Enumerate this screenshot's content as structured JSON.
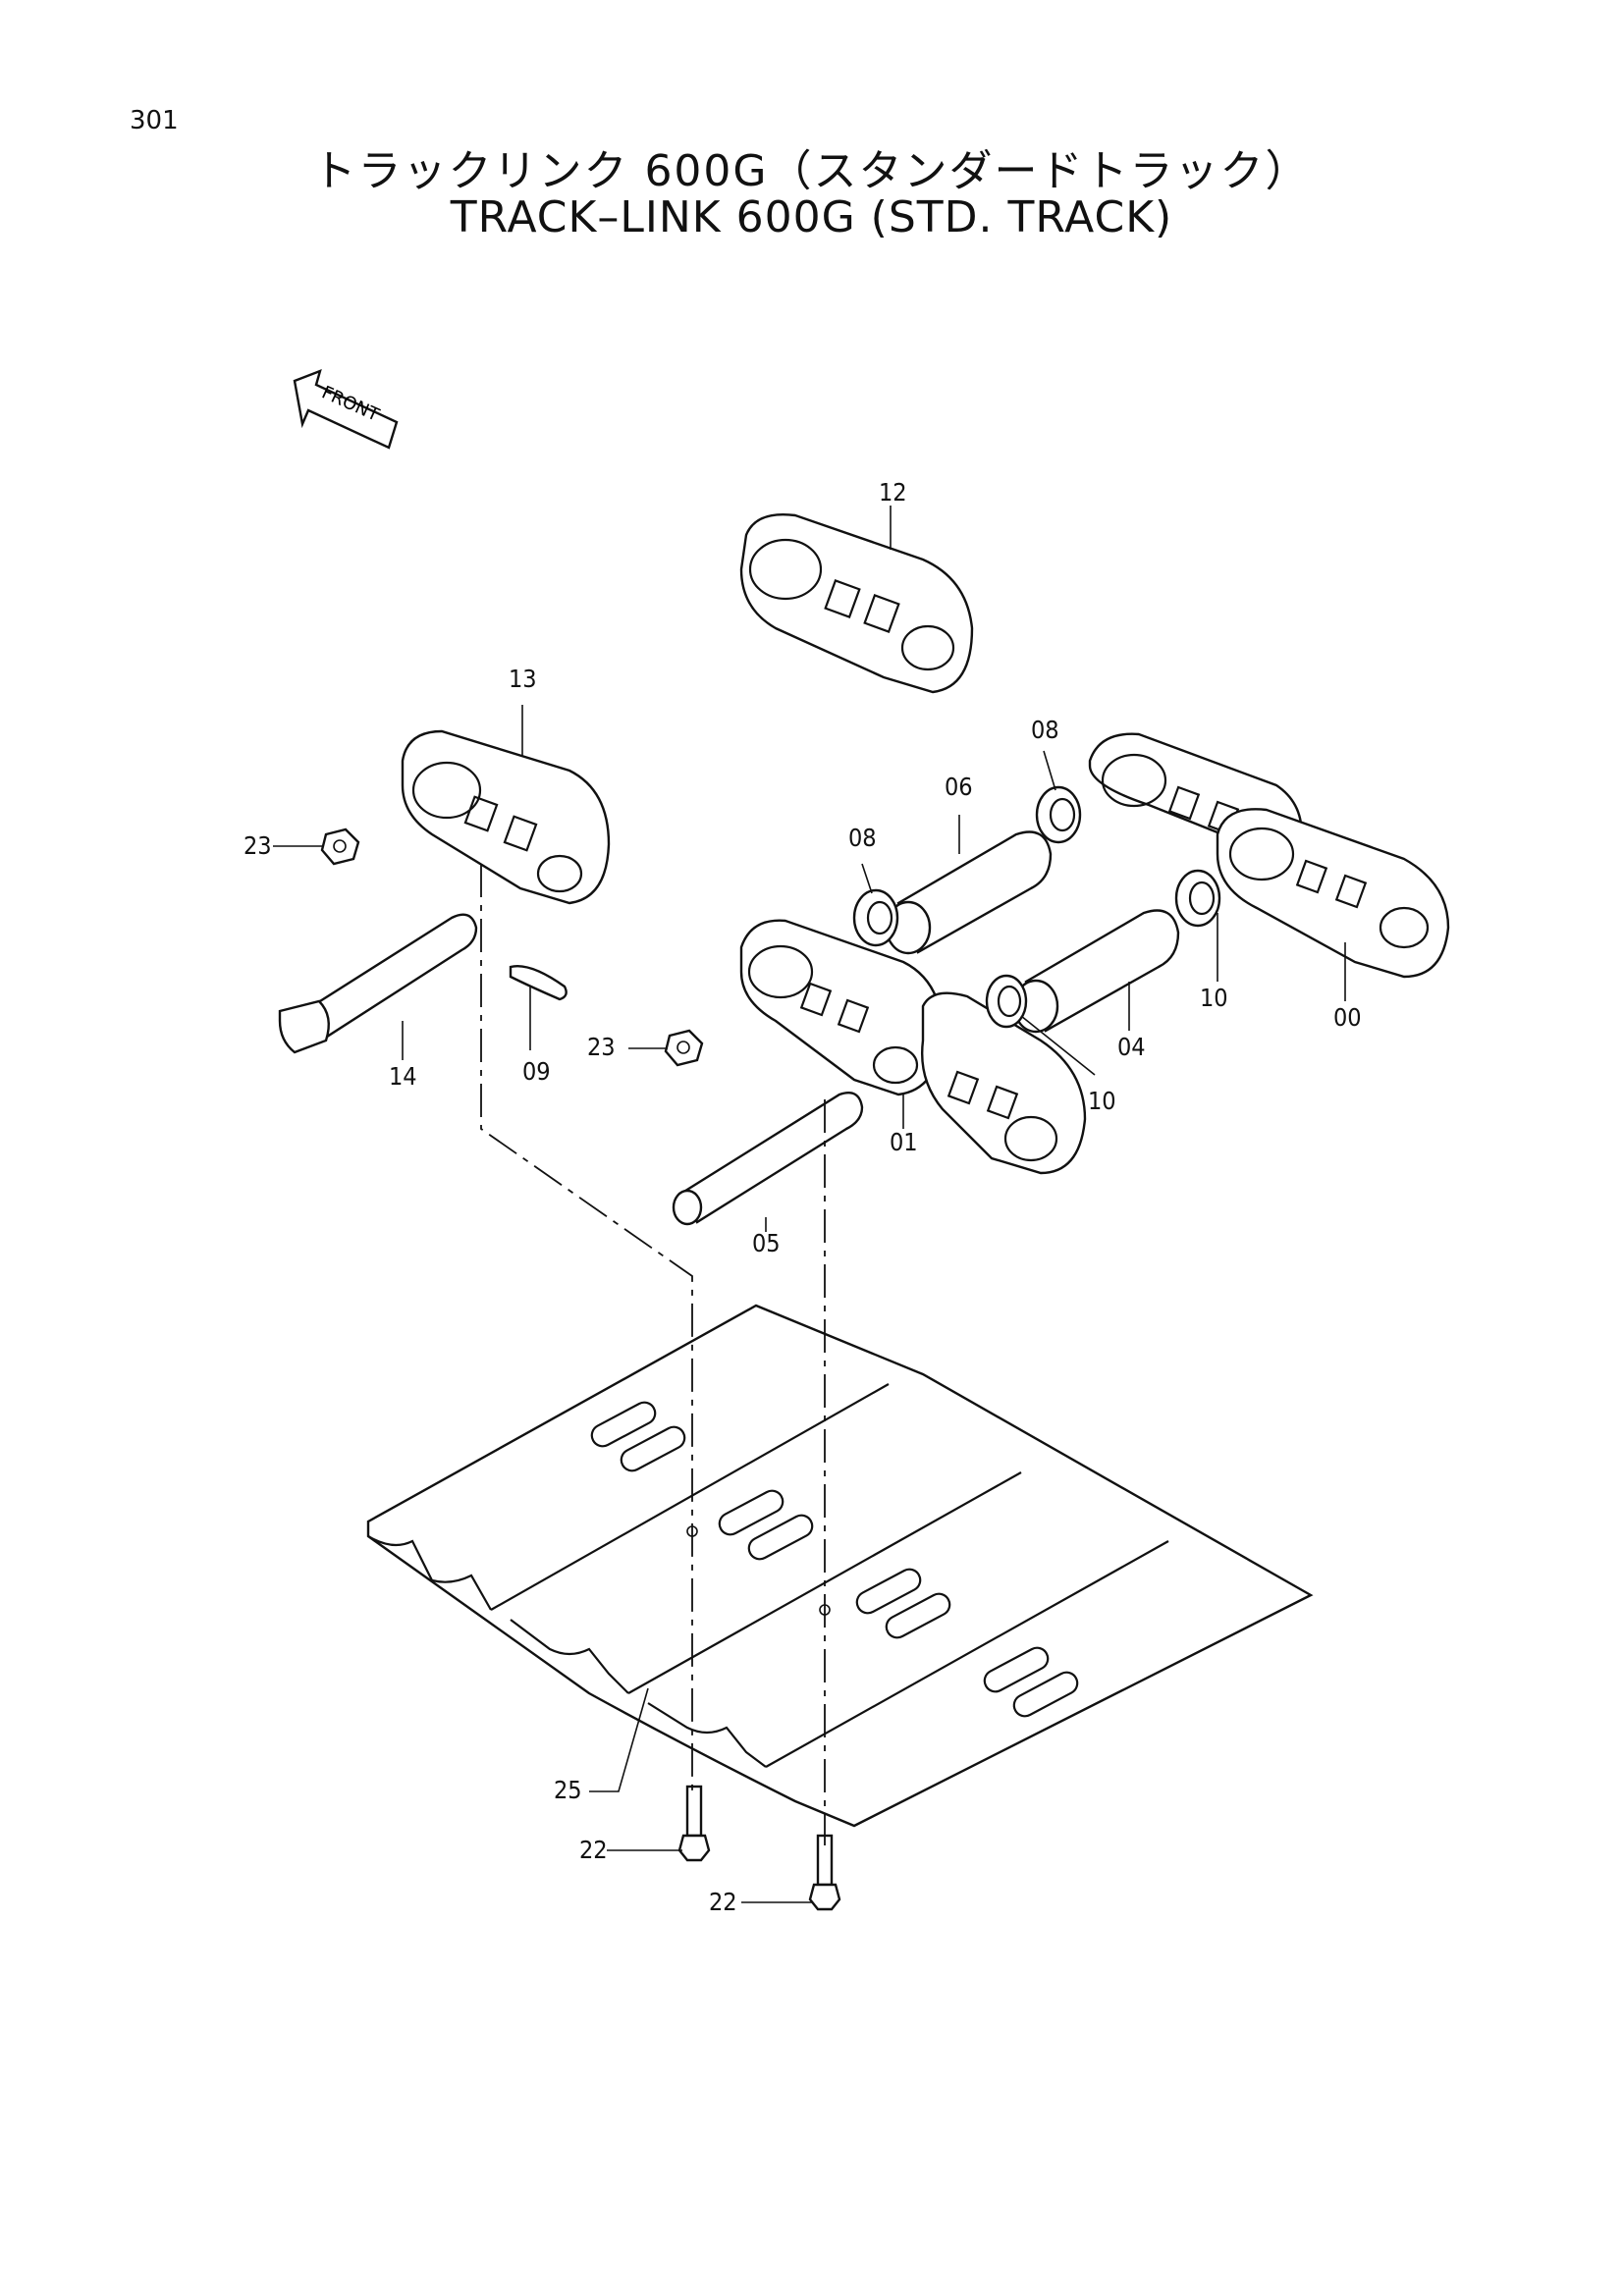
{
  "page": {
    "number": "301"
  },
  "title": {
    "japanese": "トラックリンク 600G（スタンダードトラック）",
    "english": "TRACK–LINK 600G (STD. TRACK)"
  },
  "front_marker": {
    "label": "FRONT"
  },
  "callouts": [
    "12",
    "13",
    "08",
    "06",
    "08",
    "23",
    "14",
    "09",
    "23",
    "10",
    "04",
    "10",
    "00",
    "01",
    "05",
    "25",
    "22",
    "22"
  ]
}
